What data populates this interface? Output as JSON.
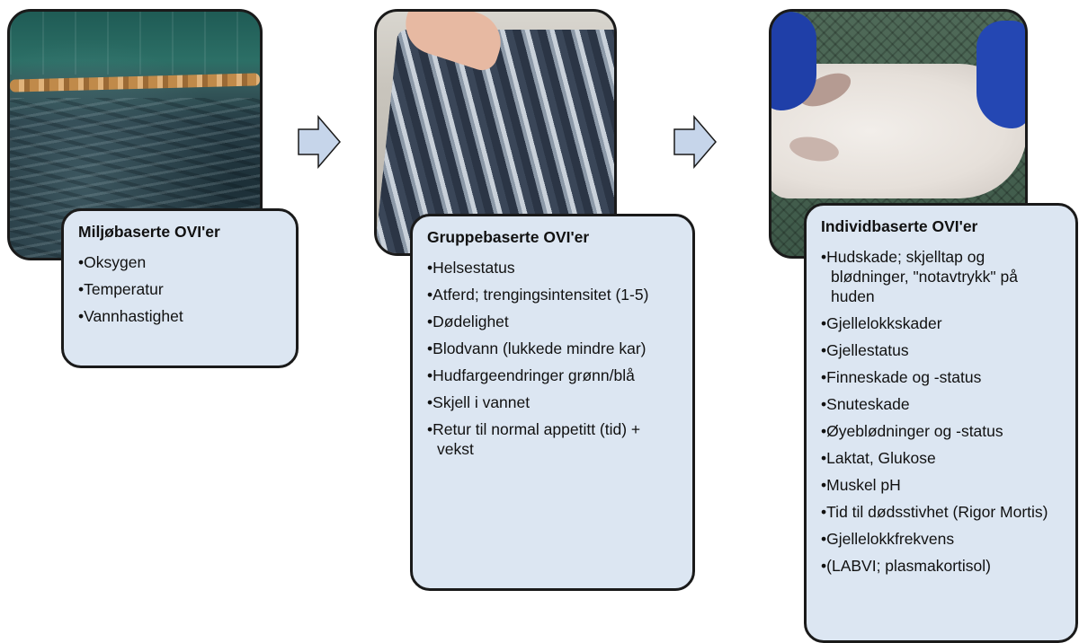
{
  "panels": [
    {
      "title": "Miljøbaserte OVI'er",
      "items": [
        "Oksygen",
        "Temperatur",
        "Vannhastighet"
      ]
    },
    {
      "title": "Gruppebaserte  OVI'er",
      "items": [
        "Helsestatus",
        "Atferd; trengingsintensitet (1-5)",
        "Dødelighet",
        "Blodvann (lukkede mindre kar)",
        "Hudfargeendringer grønn/blå",
        "Skjell i vannet",
        "Retur til normal appetitt (tid) + vekst"
      ]
    },
    {
      "title": "Individbaserte  OVI'er",
      "items": [
        "Hudskade; skjelltap og blødninger, \"notavtrykk\" på huden",
        "Gjellelokkskader",
        "Gjellestatus",
        "Finneskade og -status",
        "Snuteskade",
        "Øyeblødninger og -status",
        "Laktat, Glukose",
        "Muskel pH",
        "Tid til dødsstivhet (Rigor Mortis)",
        "Gjellelokkfrekvens",
        "(LABVI; plasmakortisol)"
      ]
    }
  ],
  "colors": {
    "card_fill": "#dce6f2",
    "arrow_fill": "#c6d5ea",
    "border": "#1a1a1a"
  }
}
